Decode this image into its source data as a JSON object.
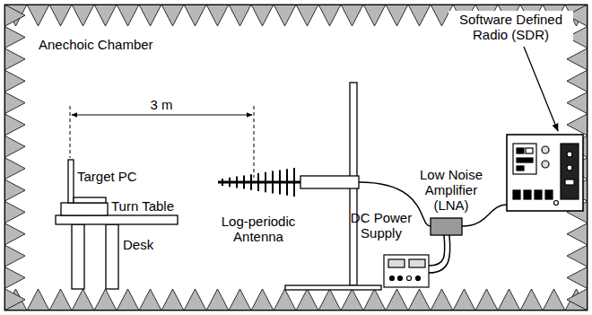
{
  "diagram": {
    "nodes": [
      {
        "text": [
          "Anechoic Chamber"
        ]
      }
    ],
    "labels": [
      "3 m",
      "Target PC",
      "Turn Table",
      "Desk",
      "Log-periodic Antenna",
      "Software Defined Radio (SDR)",
      "Low Noise Amplifier (LNA)",
      "DC Power Supply"
    ]
  }
}
